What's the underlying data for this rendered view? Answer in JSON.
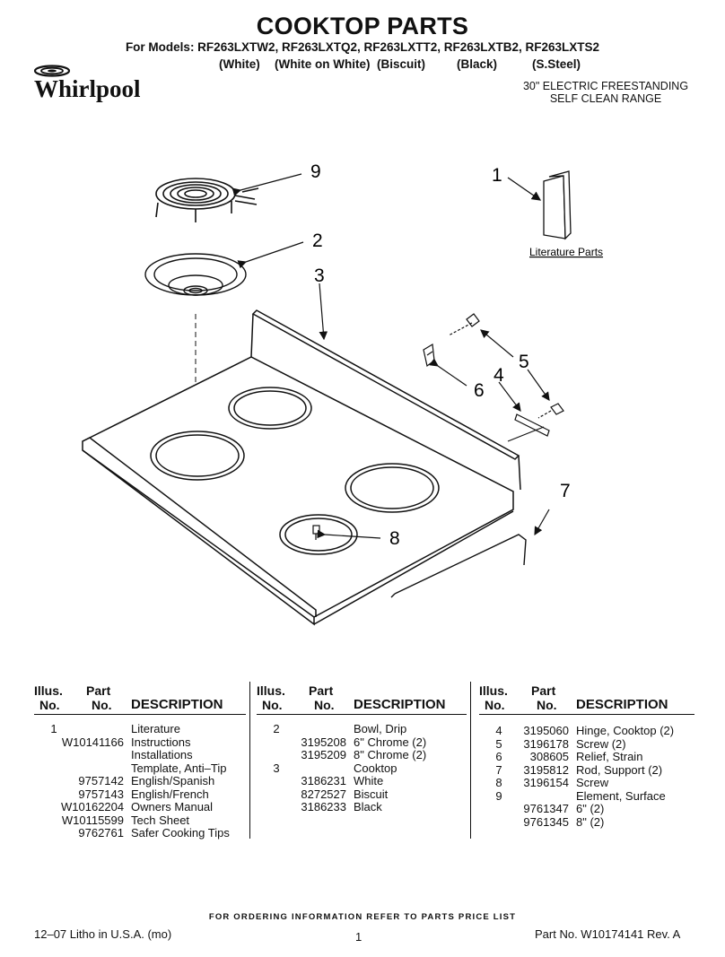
{
  "header": {
    "title": "COOKTOP PARTS",
    "models": "For Models: RF263LXTW2, RF263LXTQ2, RF263LXTT2, RF263LXTB2, RF263LXTS2",
    "colors": [
      "(White)",
      "(White on White)",
      "(Biscuit)",
      "(Black)",
      "(S.Steel)"
    ],
    "range_line1": "30\" ELECTRIC FREESTANDING",
    "range_line2": "SELF CLEAN RANGE",
    "brand": "Whirlpool"
  },
  "diagram": {
    "callouts": [
      "1",
      "2",
      "3",
      "4",
      "5",
      "6",
      "7",
      "8",
      "9"
    ],
    "literature_label": "Literature Parts"
  },
  "table": {
    "headers": {
      "illus_1": "Illus.",
      "illus_2": "No.",
      "part_1": "Part",
      "part_2": "No.",
      "desc": "DESCRIPTION"
    },
    "columns": [
      [
        {
          "illus": "1",
          "part": "",
          "desc": "Literature"
        },
        {
          "illus": "",
          "part": "W10141166",
          "desc": "Instructions"
        },
        {
          "illus": "",
          "part": "",
          "desc": "Installations"
        },
        {
          "illus": "",
          "part": "",
          "desc": "Template, Anti–Tip"
        },
        {
          "illus": "",
          "part": "9757142",
          "desc": "English/Spanish"
        },
        {
          "illus": "",
          "part": "9757143",
          "desc": "English/French"
        },
        {
          "illus": "",
          "part": "W10162204",
          "desc": "Owners Manual"
        },
        {
          "illus": "",
          "part": "W10115599",
          "desc": "Tech Sheet"
        },
        {
          "illus": "",
          "part": "9762761",
          "desc": "Safer Cooking Tips"
        }
      ],
      [
        {
          "illus": "2",
          "part": "",
          "desc": "Bowl, Drip"
        },
        {
          "illus": "",
          "part": "3195208",
          "desc": "6\" Chrome (2)"
        },
        {
          "illus": "",
          "part": "3195209",
          "desc": "8\" Chrome (2)"
        },
        {
          "illus": "3",
          "part": "",
          "desc": "Cooktop"
        },
        {
          "illus": "",
          "part": "3186231",
          "desc": "White"
        },
        {
          "illus": "",
          "part": "8272527",
          "desc": "Biscuit"
        },
        {
          "illus": "",
          "part": "3186233",
          "desc": "Black"
        }
      ],
      [
        {
          "illus": "4",
          "part": "3195060",
          "desc": "Hinge, Cooktop (2)"
        },
        {
          "illus": "5",
          "part": "3196178",
          "desc": "Screw (2)"
        },
        {
          "illus": "6",
          "part": "308605",
          "desc": "Relief, Strain"
        },
        {
          "illus": "7",
          "part": "3195812",
          "desc": "Rod, Support (2)"
        },
        {
          "illus": "8",
          "part": "3196154",
          "desc": "Screw"
        },
        {
          "illus": "9",
          "part": "",
          "desc": "Element, Surface"
        },
        {
          "illus": "",
          "part": "9761347",
          "desc": "6\" (2)"
        },
        {
          "illus": "",
          "part": "9761345",
          "desc": "8\" (2)"
        }
      ]
    ]
  },
  "footer": {
    "order_note": "FOR ORDERING INFORMATION REFER TO PARTS PRICE LIST",
    "litho": "12–07 Litho in U.S.A. (mo)",
    "page": "1",
    "part_no": "Part No. W10174141 Rev. A"
  }
}
